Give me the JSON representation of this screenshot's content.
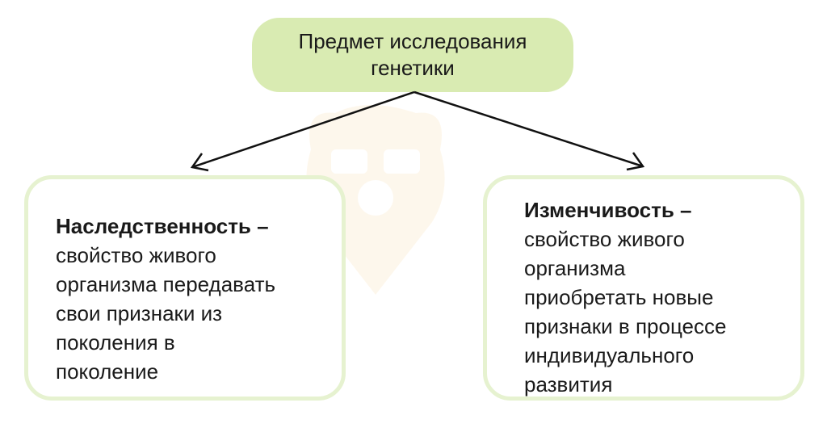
{
  "top": {
    "line1": "Предмет исследования",
    "line2": "генетики"
  },
  "left": {
    "term": "Наследственность –",
    "lines": [
      "свойство живого",
      "организма передавать",
      "свои признаки из",
      "поколения в",
      "поколение"
    ]
  },
  "right": {
    "term": "Изменчивость –",
    "lines": [
      "свойство живого",
      "организма",
      "приобретать новые",
      "признаки в процессе",
      "индивидуального",
      "развития"
    ]
  },
  "colors": {
    "top_fill": "#d9ebb2",
    "card_border": "#e6f2d0",
    "arrow": "#111111"
  }
}
